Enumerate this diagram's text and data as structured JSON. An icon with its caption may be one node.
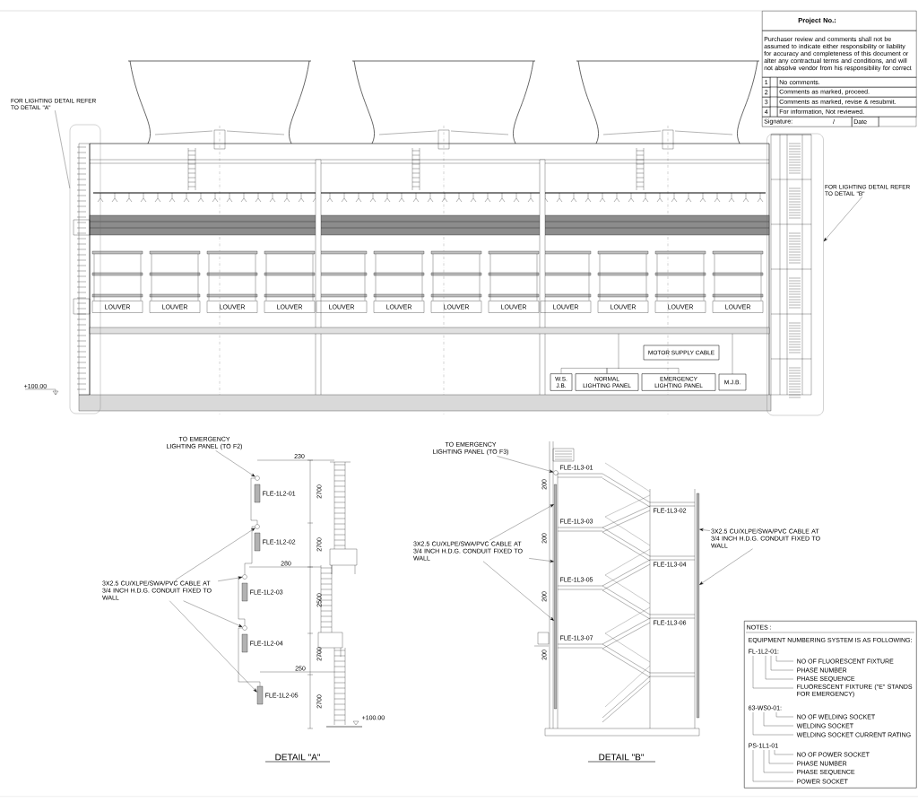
{
  "diagram": {
    "nodes": [
      {
        "text": [
          "FOR LIGHTING DETAIL REFER TO DETAIL \"A\""
        ]
      },
      {
        "text": [],
        "shape": "box"
      },
      {
        "text": [
          "FOR LIGHTING DETAIL REFER TO DETAIL \"B\""
        ]
      },
      {
        "text": [],
        "shape": "box"
      },
      {
        "text": [
          "MOTOR SUPPLY CABLE"
        ]
      },
      {
        "text": [
          "W.S. J.B."
        ]
      },
      {
        "text": [
          "NORMAL LIGHTING PANEL"
        ]
      },
      {
        "text": [
          "EMERGENCY LIGHTING PANEL"
        ]
      },
      {
        "text": [
          "M.J.B."
        ]
      },
      {
        "text": [
          "TO EMERGENCY LIGHTING PANEL (TO F2)"
        ]
      },
      {
        "text": [
          "3X2.5 CU/XLPE/SWA/PVC CABLE AT 3/4 INCH H.D.G. CONDUIT FIXED TO WALL"
        ]
      },
      {
        "text": [
          "TO EMERGENCY LIGHTING PANEL (TO F3)"
        ]
      },
      {
        "text": [
          "3X2.5 CU/XLPE/SWA/PVC CABLE AT 3/4 INCH H.D.G. CONDUIT FIXED TO WALL"
        ]
      },
      {
        "text": [
          "3X2.5 CU/XLPE/SWA/PVC CABLE AT 3/4 INCH H.D.G. CONDUIT FIXED TO WALL"
        ]
      },
      {
        "text": [
          "NOTES :",
          "EQUIPMENT NUMBERING SYSTEM IS AS FOLLOWING:",
          "FL-1L2-01:",
          "NO OF FLUORESCENT FIXTURE",
          "PHASE NUMBER",
          "PHASE SEQUENCE",
          "FLUORESCENT FIXTURE (\"E\" STANDS FOR EMERGENCY)",
          "63-WS0-01:",
          "NO OF WELDING SOCKET",
          "WELDING SOCKET",
          "WELDING SOCKET CURRENT RATING",
          "PS-1L1-01",
          "NO OF POWER SOCKET",
          "PHASE NUMBER",
          "PHASE SEQUENCE",
          "POWER SOCKET"
        ]
      },
      {
        "text": [],
        "shape": "circle"
      },
      {
        "text": [],
        "shape": "circle"
      },
      {
        "text": [],
        "shape": "circle"
      },
      {
        "text": [],
        "shape": "circle"
      },
      {
        "text": [],
        "shape": "bar"
      },
      {
        "text": [],
        "shape": "bar"
      },
      {
        "text": [],
        "shape": "bar"
      },
      {
        "text": [],
        "shape": "circle"
      }
    ],
    "edges": [
      {
        "from": 0,
        "to": 1,
        "arrow": "none"
      },
      {
        "from": 2,
        "to": 3,
        "arrow": "to"
      },
      {
        "from": 5,
        "to": 6,
        "arrow": "none"
      },
      {
        "from": 6,
        "to": 7,
        "arrow": "none"
      },
      {
        "from": 9,
        "to": 15,
        "arrow": "to"
      },
      {
        "from": 10,
        "to": 16,
        "arrow": "to"
      },
      {
        "from": 10,
        "to": 17,
        "arrow": "to"
      },
      {
        "from": 10,
        "to": 18,
        "arrow": "to"
      },
      {
        "from": 10,
        "to": 19,
        "arrow": "to"
      },
      {
        "from": 11,
        "to": 22,
        "arrow": "to"
      },
      {
        "from": 12,
        "to": 20,
        "arrow": "to"
      },
      {
        "from": 12,
        "to": 20,
        "arrow": "to"
      },
      {
        "from": 12,
        "to": 20,
        "arrow": "to"
      },
      {
        "from": 13,
        "to": 21,
        "arrow": "to"
      },
      {
        "from": 13,
        "to": 21,
        "arrow": "to"
      },
      {
        "from": 15,
        "to": 16,
        "arrow": "none"
      },
      {
        "from": 16,
        "to": 17,
        "arrow": "none"
      },
      {
        "from": 17,
        "to": 18,
        "arrow": "none"
      },
      {
        "from": 18,
        "to": 19,
        "arrow": "none"
      }
    ],
    "labels": [
      "Project No.:",
      "Purchaser review and comments shall not be assumed to indicate either responsibility or liability for accuracy and completeness of this document or alter any contractual terms and conditions, and will not absolve vendor from his responsibility for correct",
      "1",
      "No comments.",
      "2",
      "Comments as marked, proceed.",
      "3",
      "Comments as marked, revise & resubmit.",
      "4",
      "For information, Not reviewed.",
      "Signature:",
      "/",
      "Date",
      "LOUVER",
      "LOUVER",
      "LOUVER",
      "LOUVER",
      "LOUVER",
      "LOUVER",
      "LOUVER",
      "LOUVER",
      "LOUVER",
      "LOUVER",
      "LOUVER",
      "LOUVER",
      "+100.00",
      "230",
      "2700",
      "2700",
      "280",
      "2500",
      "2700",
      "250",
      "2700",
      "FLE-1L2-01",
      "FLE-1L2-02",
      "FLE-1L2-03",
      "FLE-1L2-04",
      "FLE-1L2-05",
      "+100.00",
      "DETAIL \"A\"",
      "200",
      "200",
      "200",
      "200",
      "FLE-1L3-01",
      "FLE-1L3-02",
      "FLE-1L3-03",
      "FLE-1L3-04",
      "FLE-1L3-05",
      "FLE-1L3-06",
      "FLE-1L3-07",
      "DETAIL \"B\""
    ]
  }
}
